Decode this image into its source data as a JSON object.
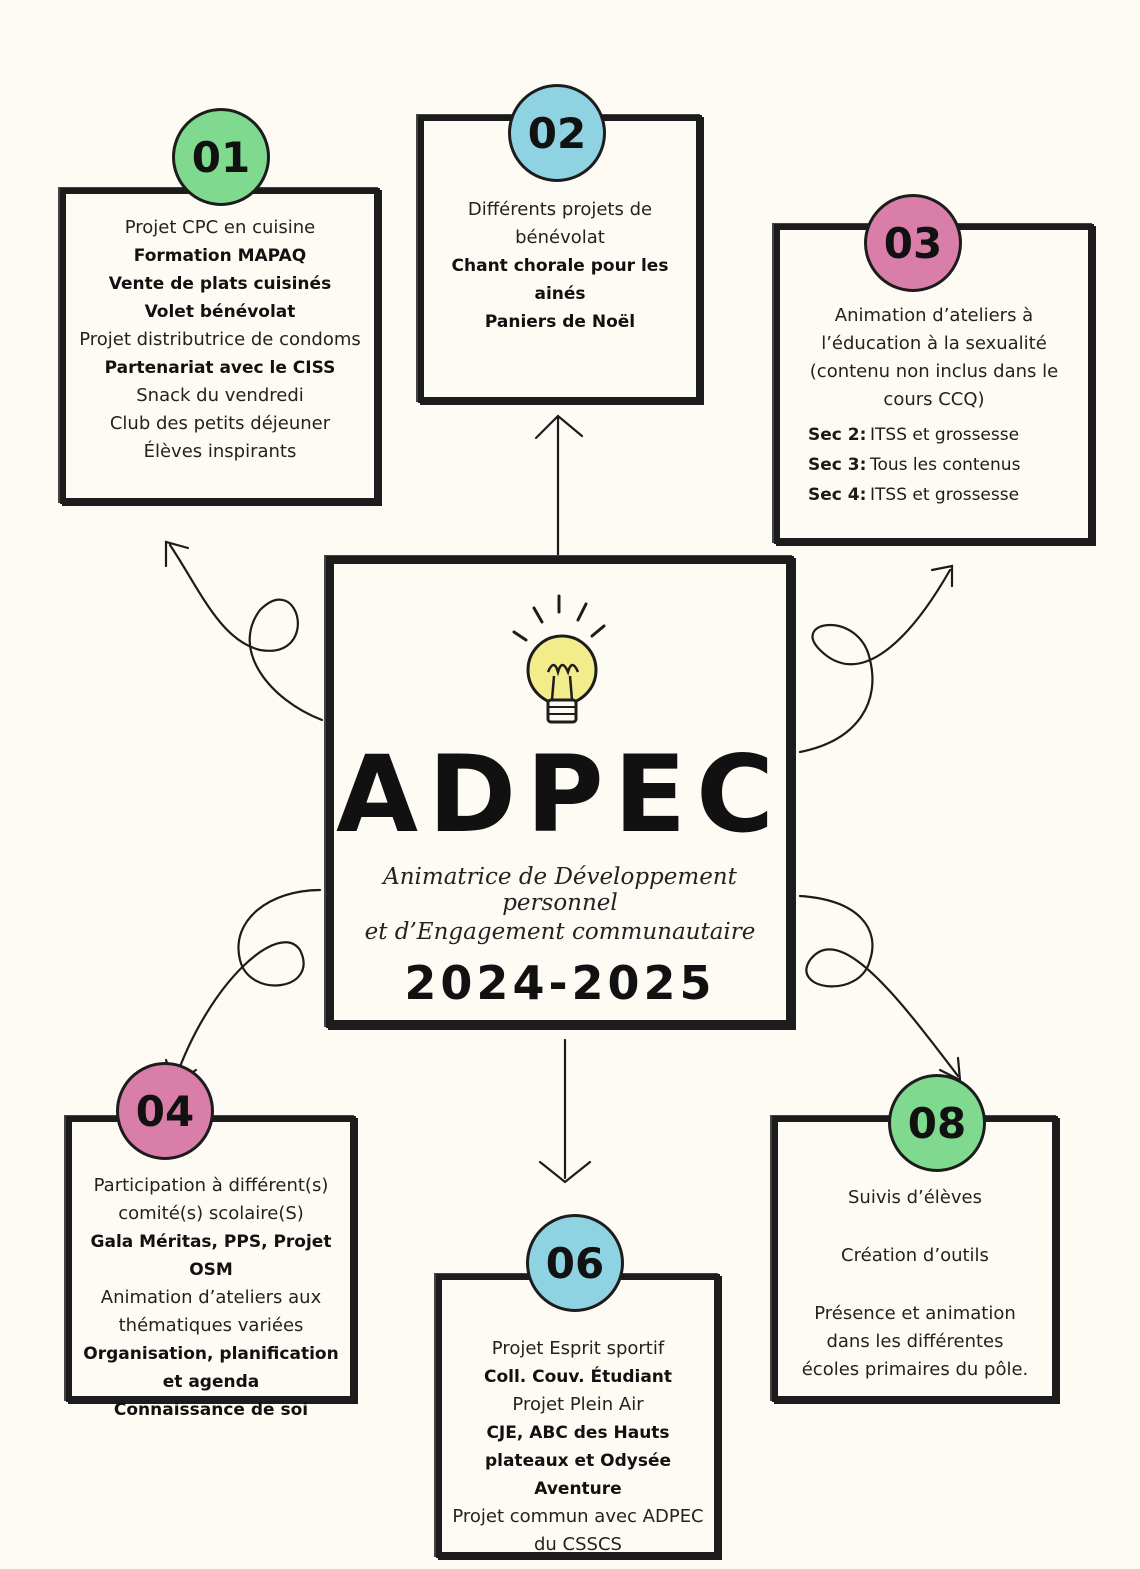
{
  "colors": {
    "green": "#7fd98f",
    "blue": "#8fd3e3",
    "pink": "#d97ea8",
    "bulb": "#f3ec8a",
    "ink": "#1c1c1c"
  },
  "center": {
    "title": "ADPEC",
    "subtitle_line1": "Animatrice de Développement personnel",
    "subtitle_line2": "et d’Engagement communautaire",
    "years": "2024-2025",
    "icon": "lightbulb-icon"
  },
  "boxes": [
    {
      "number": "01",
      "lines": [
        {
          "text": "Projet CPC en cuisine",
          "bold": false
        },
        {
          "text": "Formation MAPAQ",
          "bold": true
        },
        {
          "text": "Vente de plats cuisinés",
          "bold": true
        },
        {
          "text": "Volet bénévolat",
          "bold": true
        },
        {
          "text": "Projet distributrice de condoms",
          "bold": false
        },
        {
          "text": "Partenariat avec le CISS",
          "bold": true
        },
        {
          "text": "Snack du vendredi",
          "bold": false
        },
        {
          "text": "Club des petits déjeuner",
          "bold": false
        },
        {
          "text": "Élèves inspirants",
          "bold": false
        }
      ]
    },
    {
      "number": "02",
      "lines": [
        {
          "text": "Différents projets de bénévolat",
          "bold": false
        },
        {
          "text": "Chant chorale pour les ainés",
          "bold": true
        },
        {
          "text": "Paniers de Noël",
          "bold": true
        }
      ]
    },
    {
      "number": "03",
      "lines": [
        {
          "text": "Animation d’ateliers à l’éducation à la sexualité (contenu non inclus dans le cours CCQ)",
          "bold": false
        }
      ],
      "sec": [
        {
          "key": "Sec 2:",
          "value": "ITSS et grossesse"
        },
        {
          "key": "Sec 3:",
          "value": "Tous les contenus"
        },
        {
          "key": "Sec 4:",
          "value": "ITSS et grossesse"
        }
      ]
    },
    {
      "number": "04",
      "lines": [
        {
          "text": "Participation à différent(s) comité(s) scolaire(S)",
          "bold": false
        },
        {
          "text": "Gala Méritas, PPS, Projet OSM",
          "bold": true
        },
        {
          "text": "Animation d’ateliers aux thématiques variées",
          "bold": false
        },
        {
          "text": "Organisation, planification et agenda",
          "bold": true
        },
        {
          "text": "Connaissance de soi",
          "bold": true
        }
      ]
    },
    {
      "number": "06",
      "lines": [
        {
          "text": "Projet Esprit sportif",
          "bold": false
        },
        {
          "text": "Coll. Couv. Étudiant",
          "bold": true
        },
        {
          "text": "Projet Plein Air",
          "bold": false
        },
        {
          "text": "CJE, ABC des Hauts plateaux et Odysée Aventure",
          "bold": true
        },
        {
          "text": "Projet commun avec ADPEC du CSSCS",
          "bold": false
        }
      ]
    },
    {
      "number": "08",
      "lines": [
        {
          "text": "Suivis d’élèves",
          "bold": false
        },
        {
          "text": "",
          "bold": false
        },
        {
          "text": "Création d’outils",
          "bold": false
        },
        {
          "text": "",
          "bold": false
        },
        {
          "text": "Présence et animation dans les différentes écoles primaires du pôle.",
          "bold": false
        }
      ]
    }
  ]
}
